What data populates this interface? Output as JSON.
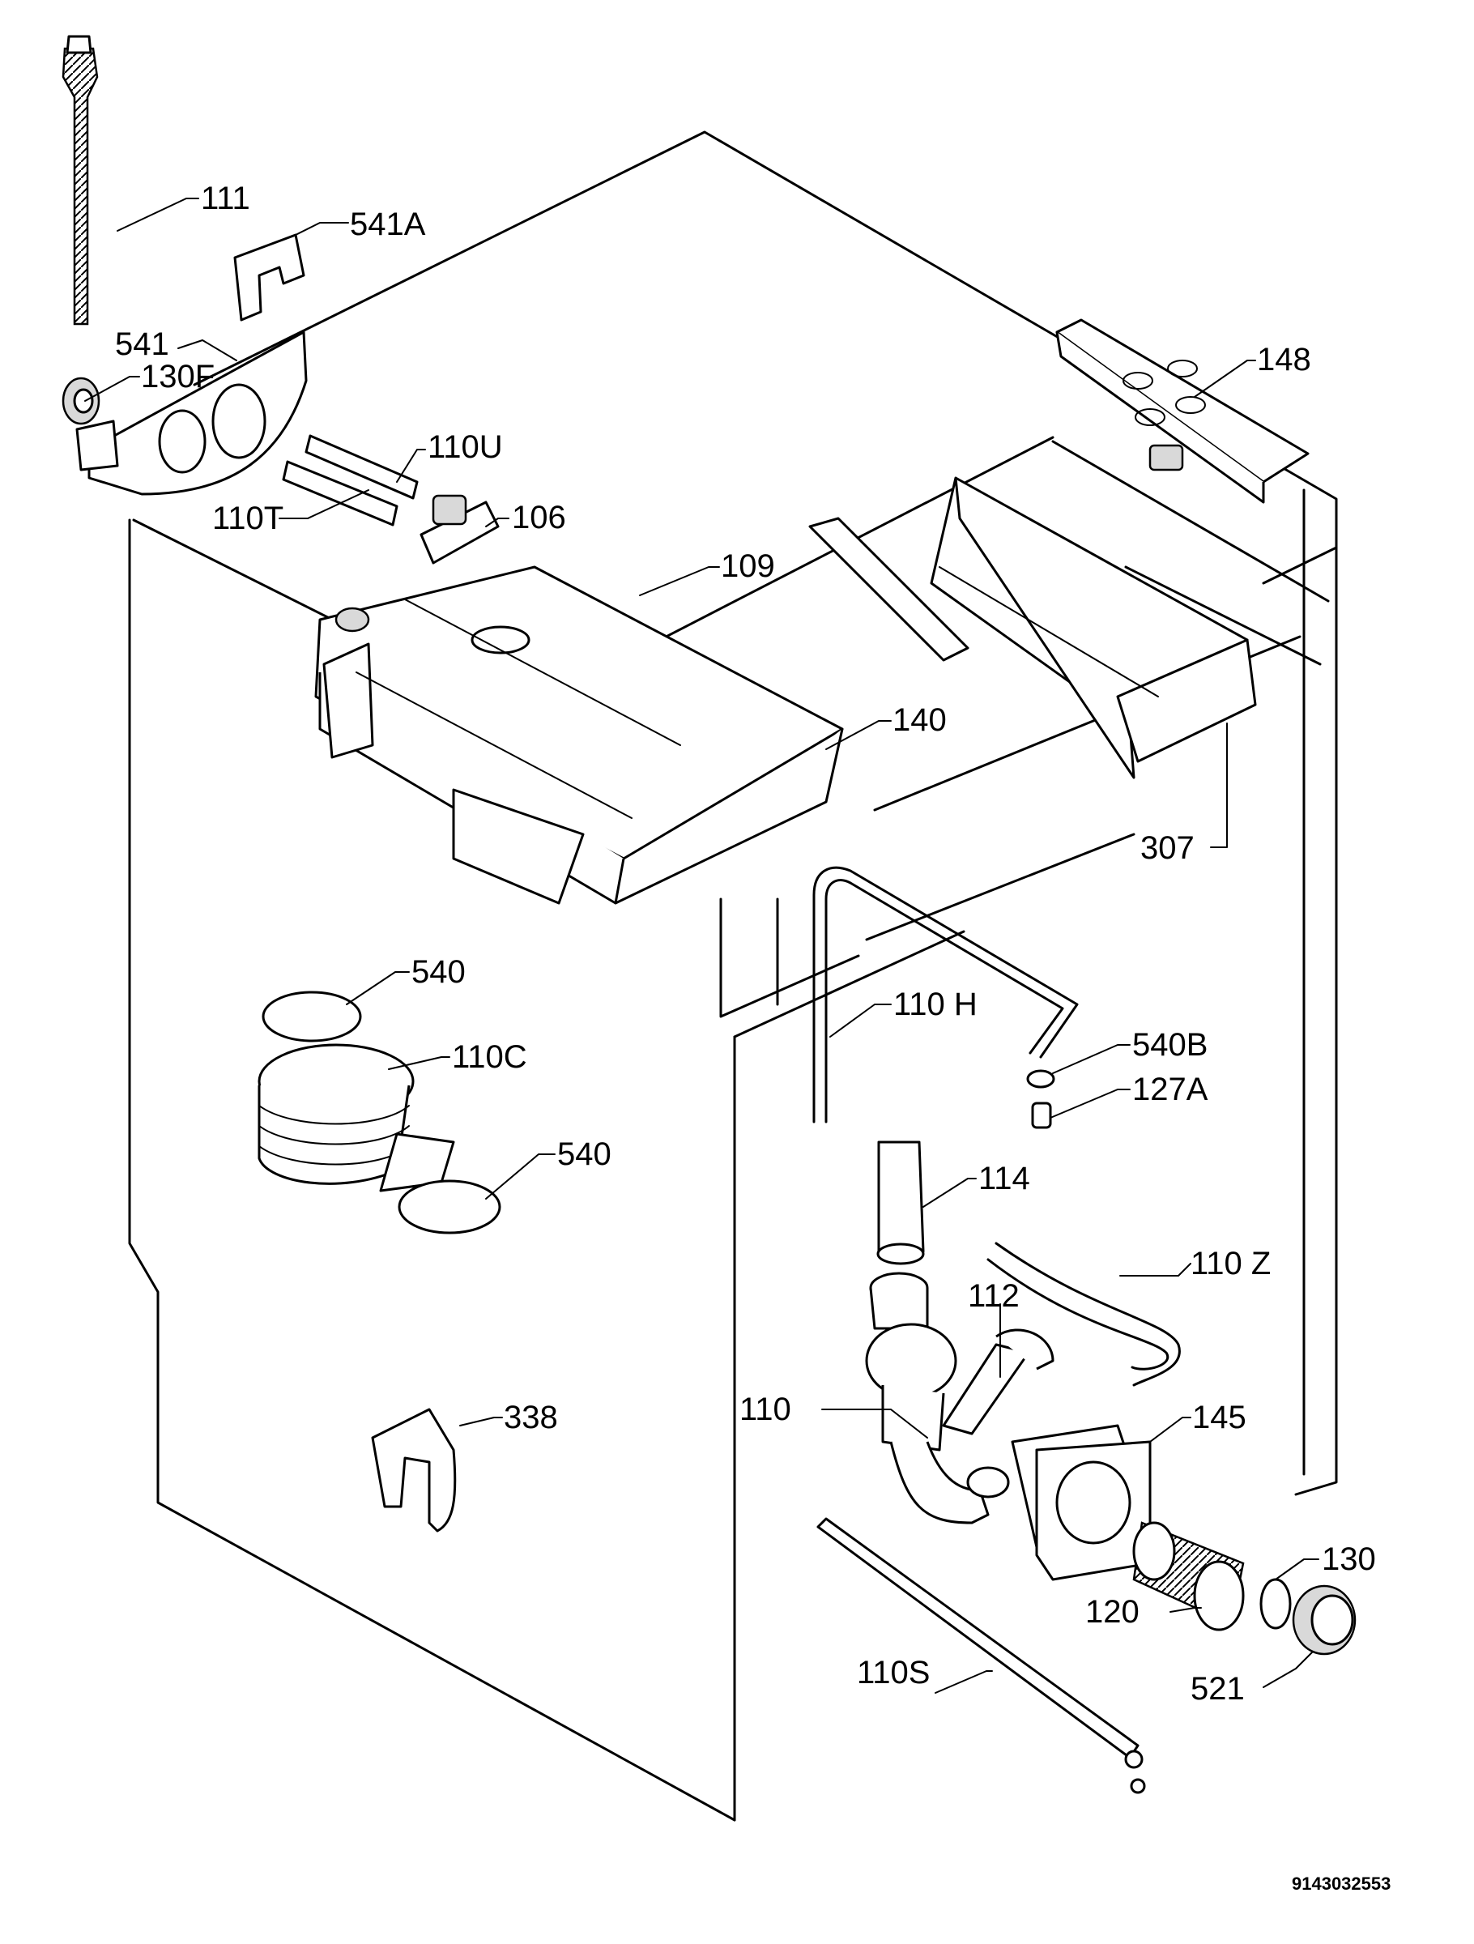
{
  "drawing_number": "9143032553",
  "callouts": [
    {
      "label": "111"
    },
    {
      "label": "541A"
    },
    {
      "label": "541"
    },
    {
      "label": "130F"
    },
    {
      "label": "110U"
    },
    {
      "label": "110T"
    },
    {
      "label": "106"
    },
    {
      "label": "109"
    },
    {
      "label": "148"
    },
    {
      "label": "140"
    },
    {
      "label": "307"
    },
    {
      "label": "540"
    },
    {
      "label": "110C"
    },
    {
      "label": "540"
    },
    {
      "label": "110 H"
    },
    {
      "label": "540B"
    },
    {
      "label": "127A"
    },
    {
      "label": "114"
    },
    {
      "label": "110 Z"
    },
    {
      "label": "112"
    },
    {
      "label": "110"
    },
    {
      "label": "145"
    },
    {
      "label": "338"
    },
    {
      "label": "130"
    },
    {
      "label": "120"
    },
    {
      "label": "110S"
    },
    {
      "label": "521"
    }
  ]
}
